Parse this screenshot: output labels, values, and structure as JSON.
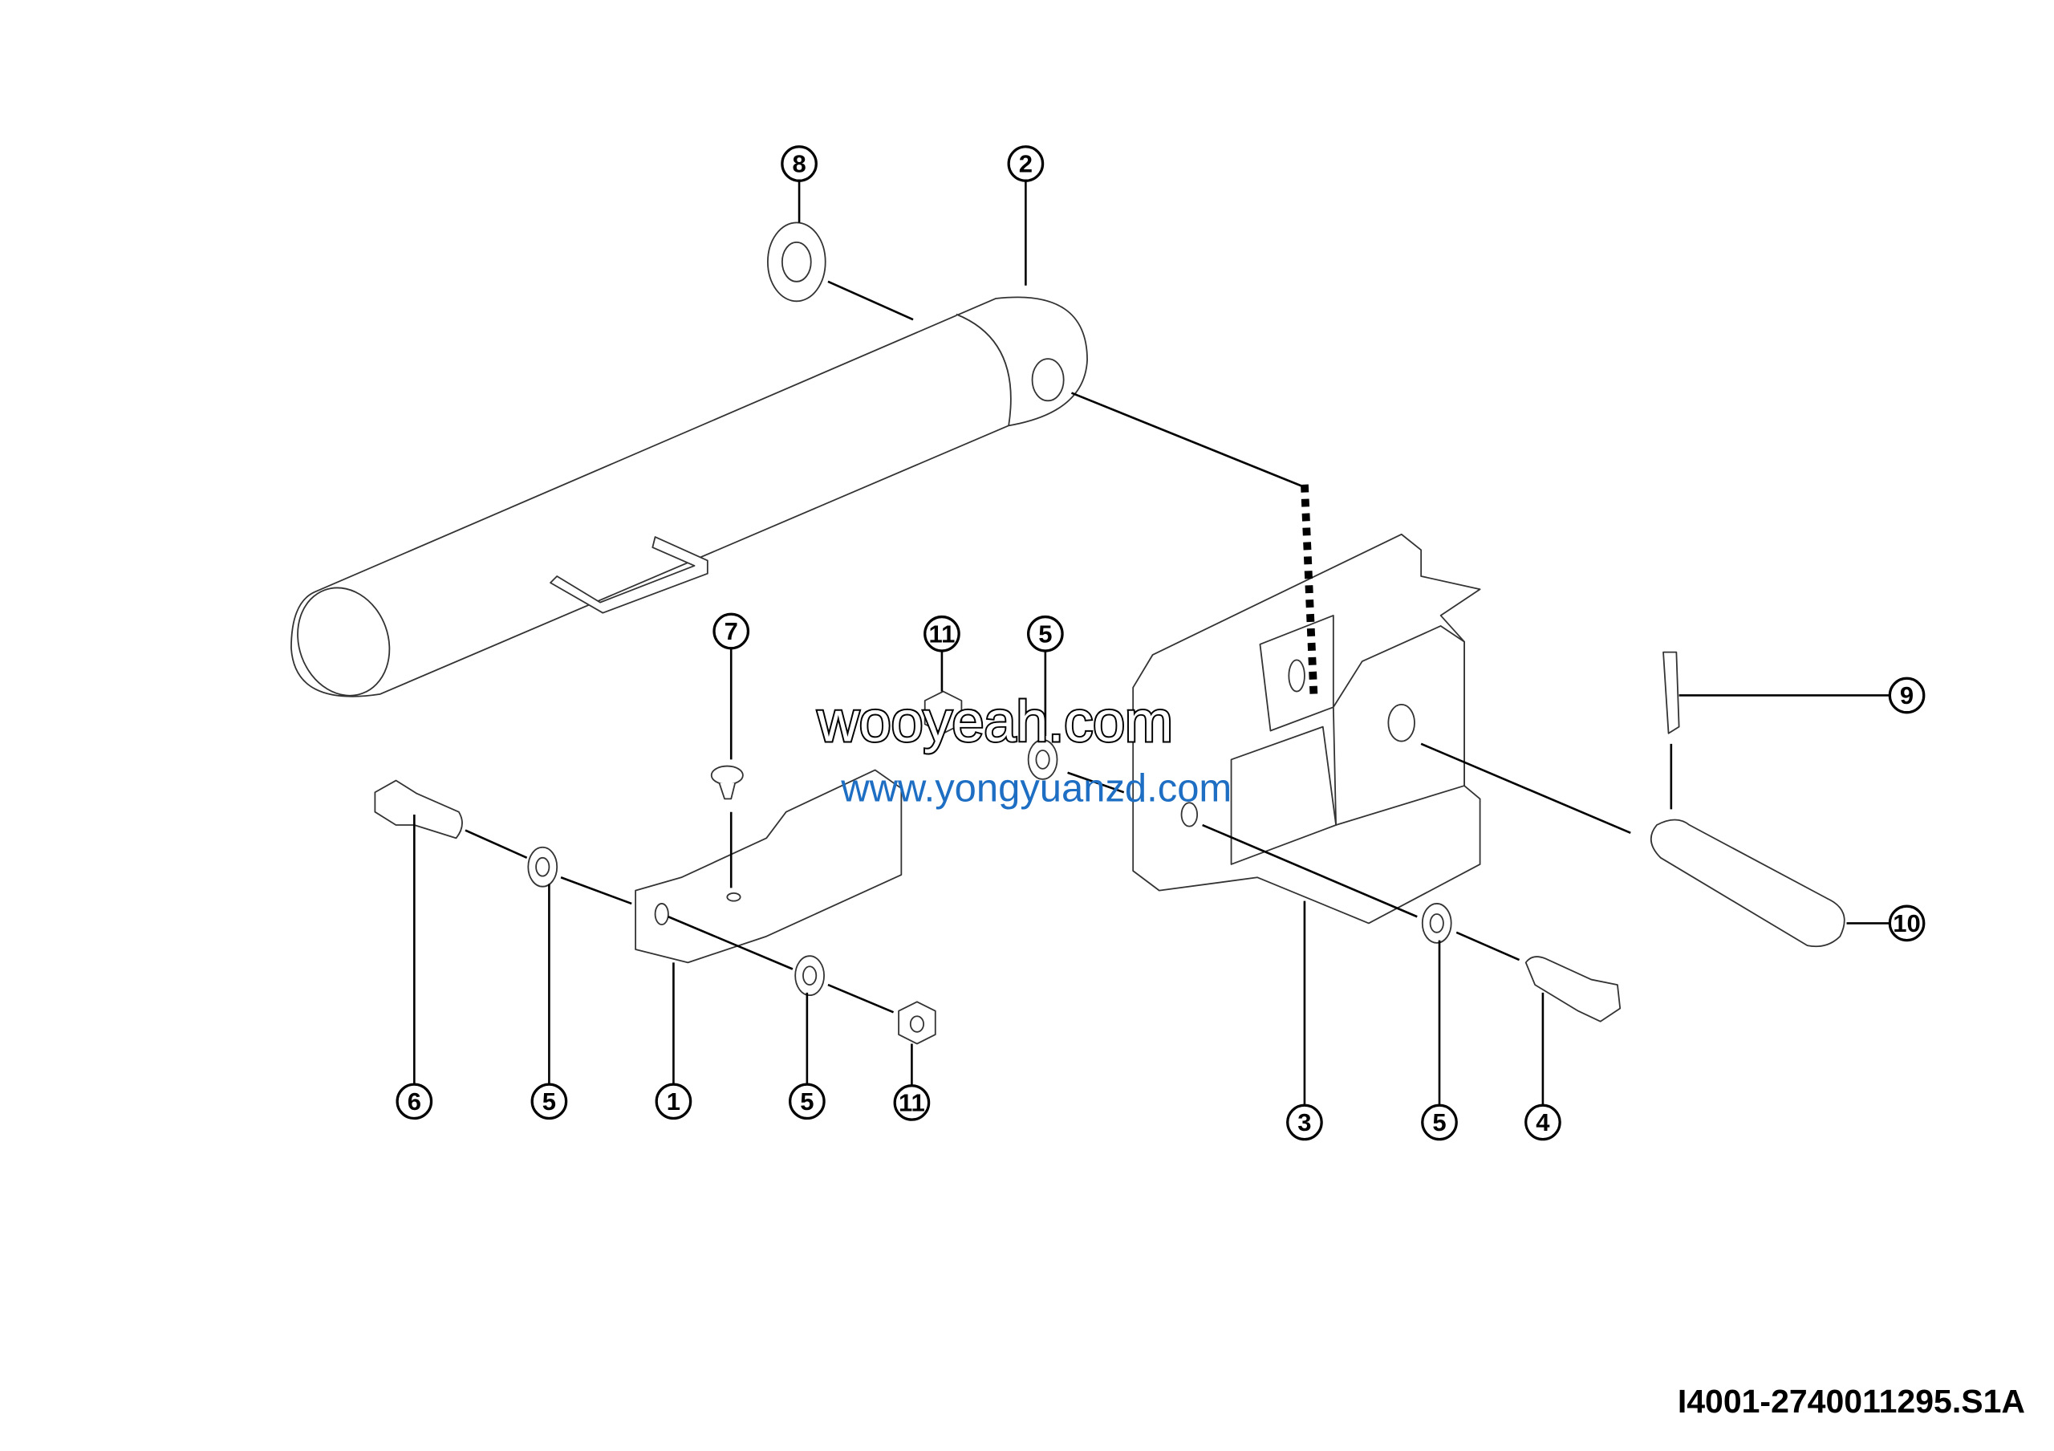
{
  "drawing_code": "I4001-2740011295.S1A",
  "watermark": {
    "outline_text": "wooyeah.com",
    "overlay_text": "www.yongyuanzd.com"
  },
  "callouts": [
    "8",
    "2",
    "7",
    "11",
    "5",
    "9",
    "10",
    "6",
    "5",
    "1",
    "5",
    "11",
    "3",
    "5",
    "4"
  ]
}
